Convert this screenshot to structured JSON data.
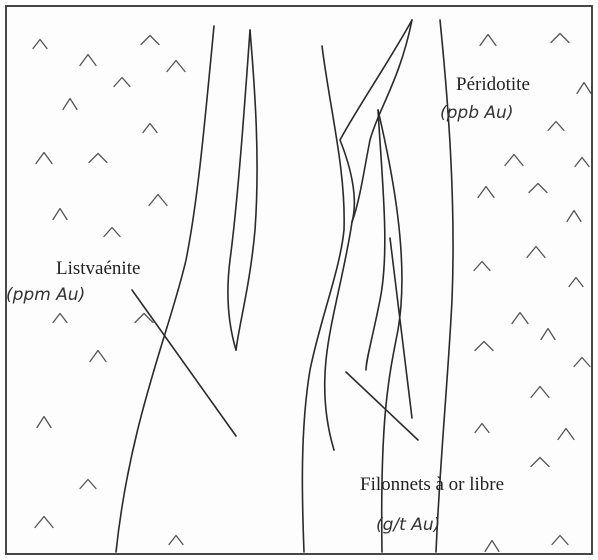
{
  "diagram": {
    "labels": {
      "peridotite": "Péridotite",
      "peridotite_unit": "(ppb Au)",
      "listvaenite": "Listvaénite",
      "listvaenite_unit": "(ppm Au)",
      "filonnets": "Filonnets à or libre",
      "filonnets_unit": "(g/t Au)"
    },
    "colors": {
      "background": "#ffffff",
      "ink": "#2a2a2a",
      "frame": "#333333"
    },
    "symbols": {
      "rock_texture": "caret-symbol"
    }
  }
}
